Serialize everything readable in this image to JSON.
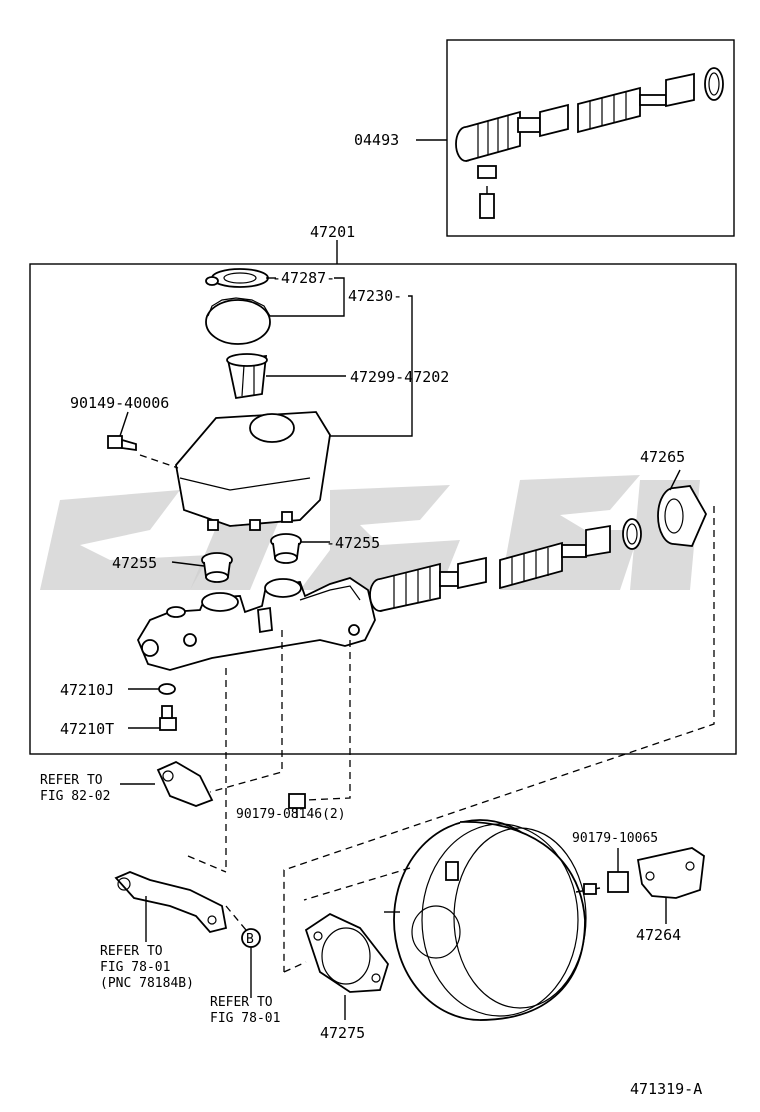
{
  "labels": {
    "kit_04493": "04493",
    "assy_47201": "47201",
    "p47287": "-47287-",
    "p47230": "47230-",
    "p47299": "47299-47202",
    "p90149": "90149-40006",
    "p47265": "47265",
    "p47255_left": "47255",
    "p47255_right": "-47255",
    "p47210j": "47210J",
    "p47210t": "47210T",
    "refer1_line1": "REFER TO",
    "refer1_line2": "FIG 82-02",
    "p90179_08146": "90179-08146(2)",
    "p90179_10065": "90179-10065",
    "p47264": "47264",
    "refer2_line1": "REFER TO",
    "refer2_line2": "FIG 78-01",
    "refer2_line3": "(PNC 78184B)",
    "callout_b": "B",
    "refer3_line1": "REFER TO",
    "refer3_line2": "FIG 78-01",
    "p47275": "47275",
    "figure_number": "471319-A"
  }
}
